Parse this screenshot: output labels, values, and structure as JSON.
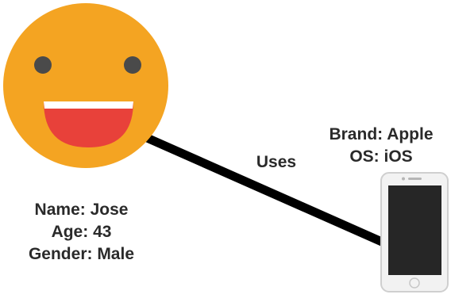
{
  "person": {
    "icon": "smiley-face-icon",
    "name": "Name: Jose",
    "age": "Age: 43",
    "gender": "Gender: Male"
  },
  "relationship": {
    "label": "Uses"
  },
  "device": {
    "icon": "smartphone-icon",
    "brand": "Brand: Apple",
    "os": "OS: iOS"
  },
  "colors": {
    "face": "#f4a422",
    "eyes": "#4a4a4a",
    "mouth": "#e8413a",
    "teeth": "#ffffff",
    "connector": "#000000",
    "text": "#2a2a2a"
  }
}
